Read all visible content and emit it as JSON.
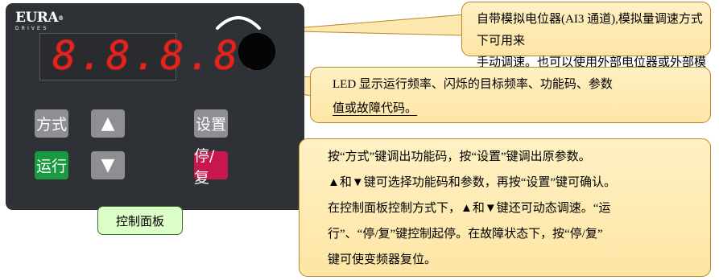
{
  "panel": {
    "logo": "EURA",
    "logo_mark": "®",
    "logo_sub": "DRIVES",
    "display_digits": "8.8.8.8.",
    "keys": {
      "mode": "方式",
      "up": "▲",
      "set": "设置",
      "run": "运行",
      "down": "▼",
      "stop": "停/复"
    }
  },
  "callouts": {
    "potentiometer": {
      "lines": [
        "自带模拟电位器(AI3 通道),模拟量调速方式下可用来",
        "手动调速。也可以使用外部电位器或外部模拟信号。"
      ]
    },
    "led": {
      "lines": [
        "LED 显示运行频率、闪烁的目标频率、功能码、参数",
        "值或故障代码。"
      ]
    },
    "keys": {
      "lines": [
        "按“方式”键调出功能码，按“设置”键调出原参数。",
        "▲和▼键可选择功能码和参数，再按“设置”键可确认。",
        "在控制面板控制方式下，▲和▼键还可动态调速。“运",
        "行”、“停/复”键控制起停。在故障状态下，按“停/复”",
        "键可使变频器复位。"
      ]
    },
    "panel_label": "控制面板"
  },
  "colors": {
    "panel_bg": "#2e3136",
    "led_red": "#e8231d",
    "run_key": "#199a40",
    "stop_key": "#c8174c",
    "grey_key": "#8e8e93",
    "callout_fill": "#fde9b0",
    "label_fill": "#dcfec7"
  }
}
